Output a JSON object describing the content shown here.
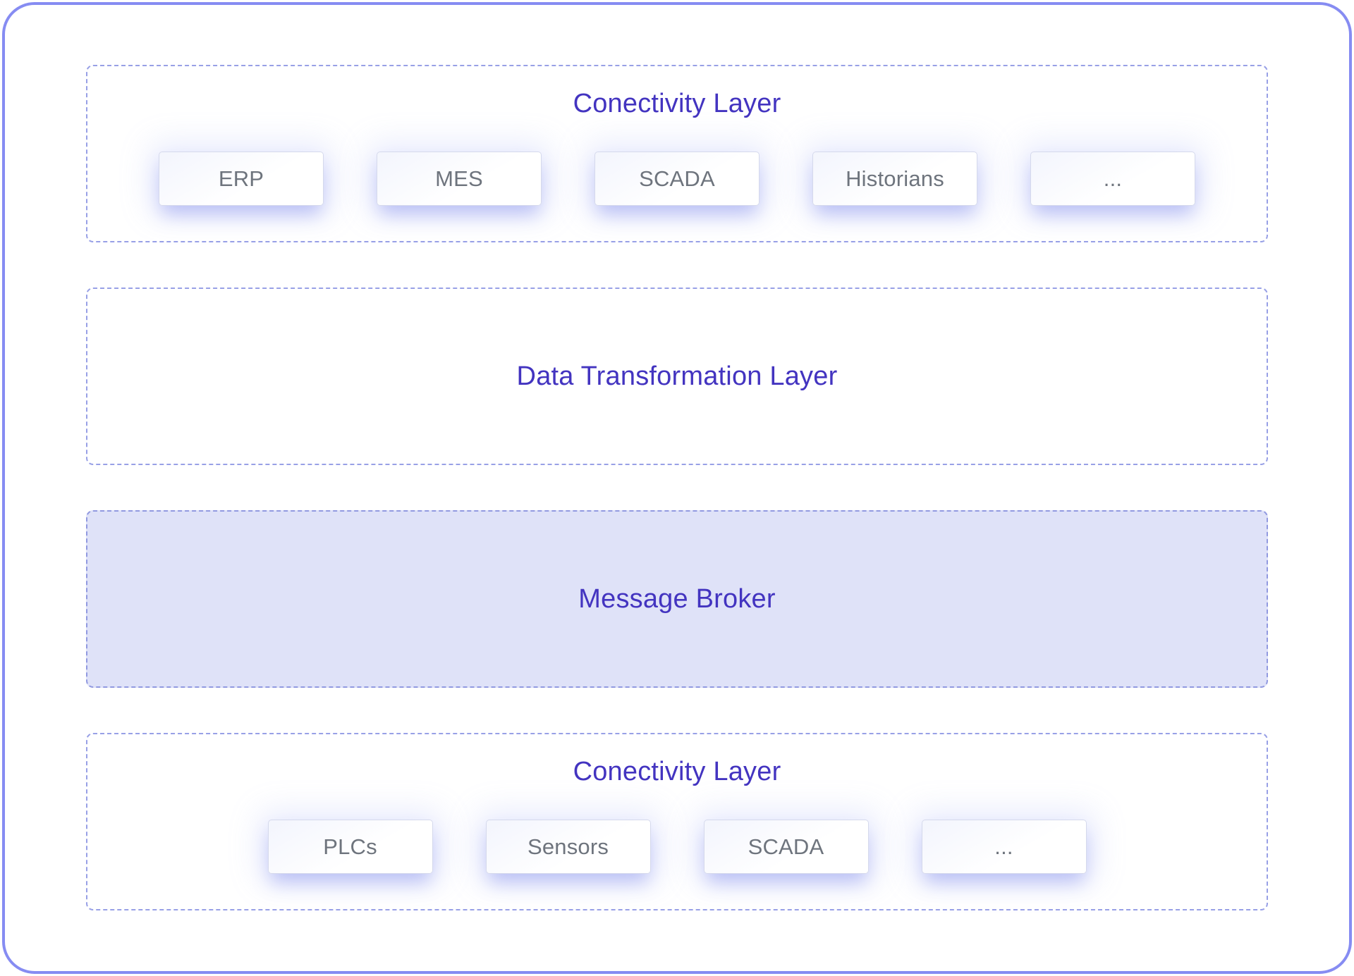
{
  "diagram": {
    "colors": {
      "accent": "#4334c0",
      "frame_border": "#868cf2",
      "dashed_border": "#98a0e6",
      "dashed_border_filled": "#9199e0",
      "message_broker_fill": "#dfe2f8",
      "item_label": "#6e747d"
    },
    "sections": [
      {
        "id": "connectivity-top",
        "title": "Conectivity Layer",
        "items": [
          "ERP",
          "MES",
          "SCADA",
          "Historians",
          "..."
        ]
      },
      {
        "id": "data-transformation",
        "title": "Data Transformation Layer",
        "items": []
      },
      {
        "id": "message-broker",
        "title": "Message Broker",
        "items": [],
        "filled": true
      },
      {
        "id": "connectivity-bottom",
        "title": "Conectivity Layer",
        "items": [
          "PLCs",
          "Sensors",
          "SCADA",
          "..."
        ]
      }
    ]
  }
}
